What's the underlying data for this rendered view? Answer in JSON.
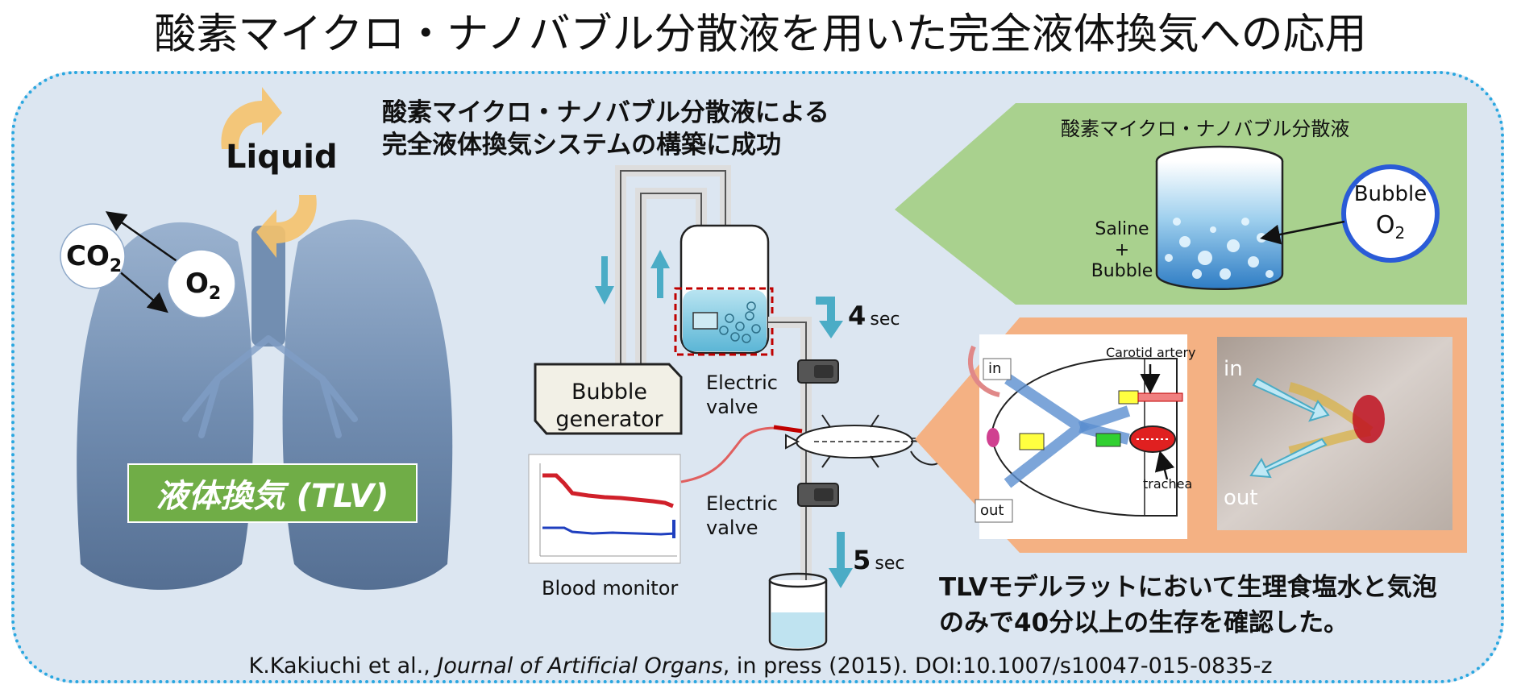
{
  "title": "酸素マイクロ・ナノバブル分散液を用いた完全液体換気への応用",
  "lung": {
    "liquid_label": "Liquid",
    "co2_label": "CO",
    "co2_sub": "2",
    "o2_label": "O",
    "o2_sub": "2",
    "tlv_label": "液体換気 (TLV)"
  },
  "system": {
    "heading_line1": "酸素マイクロ・ナノバブル分散液による",
    "heading_line2": "完全液体換気システムの構築に成功",
    "bubble_generator_line1": "Bubble",
    "bubble_generator_line2": "generator",
    "electric_valve_1_line1": "Electric",
    "electric_valve_1_line2": "valve",
    "electric_valve_2_line1": "Electric",
    "electric_valve_2_line2": "valve",
    "time_in_value": "4",
    "time_out_value": "5",
    "time_unit": "sec",
    "blood_monitor_label": "Blood monitor"
  },
  "dispersion": {
    "title": "酸素マイクロ・ナノバブル分散液",
    "saline_line1": "Saline",
    "saline_line2": "+",
    "saline_line3": "Bubble",
    "bubble_label": "Bubble",
    "bubble_o2": "O",
    "bubble_o2_sub": "2"
  },
  "rat_model": {
    "in_label": "in",
    "out_label": "out",
    "carotid_label": "Carotid artery",
    "trachea_label": "trachea",
    "photo_in_label": "in",
    "photo_out_label": "out"
  },
  "conclusion": {
    "line1": "TLVモデルラットにおいて生理食塩水と気泡",
    "line2": "のみで40分以上の生存を確認した。"
  },
  "citation": {
    "authors": "K.Kakiuchi et al., ",
    "journal": "Journal of Artificial Organs",
    "rest": ", in press (2015). DOI:10.1007/s10047-015-0835-z"
  },
  "colors": {
    "border": "#2aa7e0",
    "panel_bg": "#dce6f1",
    "green_banner": "#a9d18e",
    "salmon_banner": "#f4b183",
    "tlv_box": "#70ad47",
    "arrow_blue": "#4bacc6",
    "liquid_arrow": "#f5c26b"
  }
}
